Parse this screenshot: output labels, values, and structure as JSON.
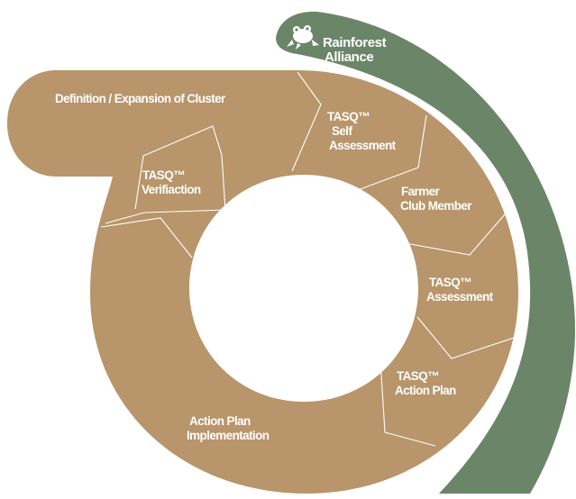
{
  "brand": {
    "line1": "Rainforest",
    "line2": "Alliance",
    "logo_icon": "frog-icon",
    "band_color": "#6b8568"
  },
  "colors": {
    "ring": "#b8956a",
    "band": "#6b8568",
    "text": "#ffffff"
  },
  "stages": {
    "definition": {
      "line1": "Definition / Expansion of Cluster"
    },
    "self_assessment": {
      "line1": "TASQ™",
      "line2": "Self",
      "line3": "Assessment"
    },
    "farmer_club": {
      "line1": "Farmer",
      "line2": "Club Member"
    },
    "assessment": {
      "line1": "TASQ™",
      "line2": "Assessment"
    },
    "action_plan": {
      "line1": "TASQ™",
      "line2": "Action Plan"
    },
    "implementation": {
      "line1": "Action Plan",
      "line2": "Implementation"
    },
    "verification": {
      "line1": "TASQ™",
      "line2": "Verifiaction"
    }
  }
}
